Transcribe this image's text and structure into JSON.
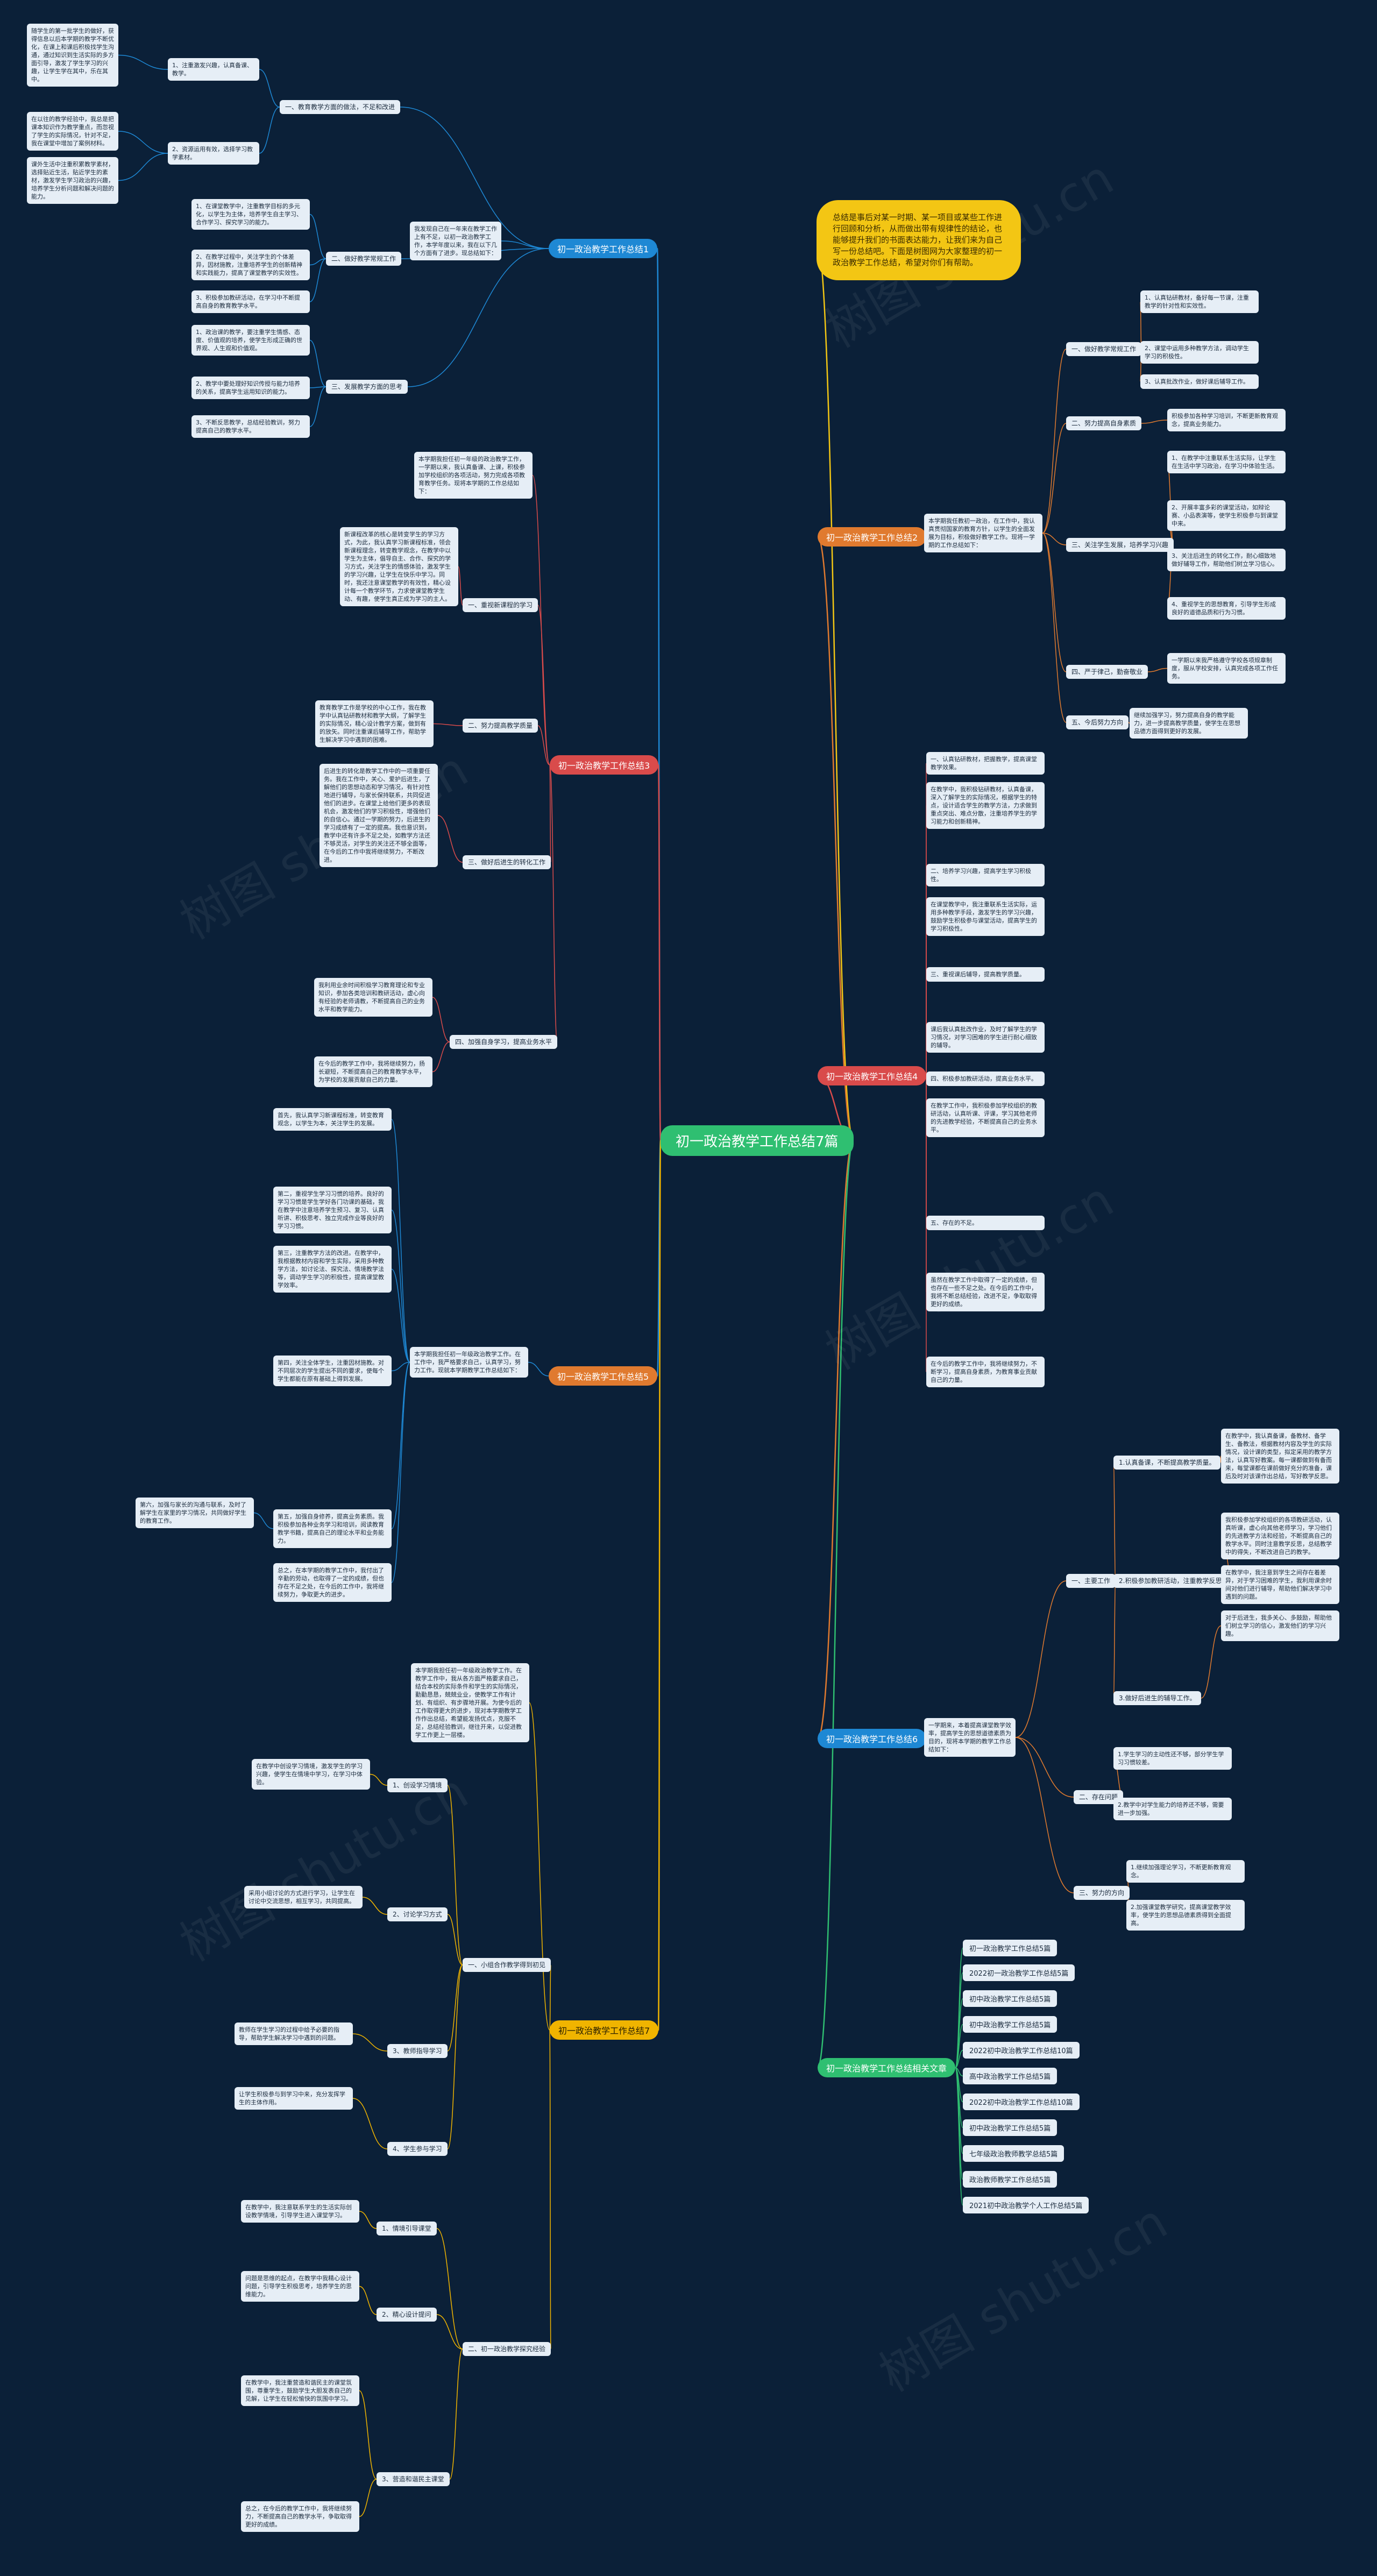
{
  "root": "初一政治教学工作总结7篇",
  "intro": "总结是事后对某一时期、某一项目或某些工作进行回顾和分析，从而做出带有规律性的结论，也能够提升我们的书面表达能力，让我们来为自己写一份总结吧。下面是树图网为大家整理的初一政治教学工作总结，希望对你们有帮助。",
  "watermark": "树图 shutu.cn",
  "colors": {
    "background": "#0b2038",
    "root": "#2fbf71",
    "b1": "#1e88d4",
    "b2": "#e07a2f",
    "b3": "#d94b4b",
    "b4": "#d94b4b",
    "b5": "#1e88d4",
    "b6": "#e07a2f",
    "b7": "#f0b400",
    "related": "#2fbf71"
  },
  "branches": {
    "b1": "初一政治教学工作总结1",
    "b2": "初一政治教学工作总结2",
    "b3": "初一政治教学工作总结3",
    "b4": "初一政治教学工作总结4",
    "b5": "初一政治教学工作总结5",
    "b6": "初一政治教学工作总结6",
    "b7": "初一政治教学工作总结7",
    "related": "初一政治教学工作总结相关文章"
  },
  "b1": {
    "intro": "我发现自己在一年来在教学工作上有不足，以初一政治教学工作，本学年度以来，我在以下几个方面有了进步。现总结如下：",
    "sub1": "一、教育教学方面的做法，不足和改进",
    "sub1_items": [
      "1、注重激发兴趣，认真备课、教学。",
      "2、资源运用有效，选择学习教学素材。"
    ],
    "sub1_notes": [
      "随学生的第一批学生的做好，获得信息以后本学期的教学不断优化，在课上和课后积极找学生沟通，通过知识到生活实际的多方面引导，激发了学生学习的兴趣，让学生学在其中，乐在其中。",
      "在以往的教学经验中，我总是把课本知识作为教学重点，而忽视了学生的实际情况，针对不足，我在课堂中增加了案例材料。",
      "课外生活中注重积累教学素材，选择贴近生活，贴近学生的素材，激发学生学习政治的兴趣，培养学生分析问题和解决问题的能力。"
    ],
    "sub2": "二、做好教学常规工作",
    "sub2_items": [
      "1、在课堂教学中，注重教学目标的多元化，以学生为主体，培养学生自主学习、合作学习、探究学习的能力。",
      "2、在教学过程中，关注学生的个体差异，因材施教，注重培养学生的创新精神和实践能力，提高了课堂教学的实效性。",
      "3、积极参加教研活动，在学习中不断提高自身的教育教学水平。"
    ],
    "sub3": "三、发展教学方面的思考",
    "sub3_items": [
      "1、政治课的教学，要注重学生情感、态度、价值观的培养，使学生形成正确的世界观、人生观和价值观。",
      "2、教学中要处理好知识传授与能力培养的关系，提高学生运用知识的能力。",
      "3、不断反思教学，总结经验教训，努力提高自己的教学水平。"
    ]
  },
  "b2": {
    "intro": "本学期我任教初一政治，在工作中，我认真贯彻国家的教育方针，以学生的全面发展为目标，积极做好教学工作。现将一学期的工作总结如下：",
    "sub1": "一、做好教学常规工作",
    "sub1_items": [
      "1、认真钻研教材，备好每一节课，注重教学的针对性和实效性。",
      "2、课堂中运用多种教学方法，调动学生学习的积极性。",
      "3、认真批改作业，做好课后辅导工作。"
    ],
    "sub2": "二、努力提高自身素质",
    "sub2_text": "积极参加各种学习培训，不断更新教育观念，提高业务能力。",
    "sub3": "三、关注学生发展，培养学习兴趣",
    "sub3_items": [
      "1、在教学中注重联系生活实际，让学生在生活中学习政治，在学习中体验生活。",
      "2、开展丰富多彩的课堂活动，如辩论赛、小品表演等，使学生积极参与到课堂中来。",
      "3、关注后进生的转化工作，耐心细致地做好辅导工作，帮助他们树立学习信心。",
      "4、重视学生的思想教育，引导学生形成良好的道德品质和行为习惯。"
    ],
    "sub4": "四、严于律己，勤奋敬业",
    "sub4_text": "一学期以来我严格遵守学校各项规章制度，服从学校安排，认真完成各项工作任务。",
    "sub5": "五、今后努力方向",
    "sub5_text": "继续加强学习，努力提高自身的教学能力，进一步提高教学质量，使学生在思想品德方面得到更好的发展。"
  },
  "b3": {
    "intro": "本学期我担任初一年级的政治教学工作，一学期以来，我认真备课、上课，积极参加学校组织的各项活动，努力完成各项教育教学任务。现将本学期的工作总结如下：",
    "sub1": "一、重视新课程的学习",
    "sub1_text": "新课程改革的核心是转变学生的学习方式，为此，我认真学习新课程标准，领会新课程理念，转变教学观念，在教学中以学生为主体，倡导自主、合作、探究的学习方式，关注学生的情感体验，激发学生的学习兴趣，让学生在快乐中学习。同时，我还注意课堂教学的有效性，精心设计每一个教学环节，力求使课堂教学生动、有趣，使学生真正成为学习的主人。",
    "sub2": "二、努力提高教学质量",
    "sub2_text": "教育教学工作是学校的中心工作，我在教学中认真钻研教材和教学大纲，了解学生的实际情况，精心设计教学方案，做到有的放矢。同时注重课后辅导工作，帮助学生解决学习中遇到的困难。",
    "sub3": "三、做好后进生的转化工作",
    "sub3_text": "后进生的转化是教学工作中的一项重要任务。我在工作中，关心、爱护后进生，了解他们的思想动态和学习情况，有针对性地进行辅导，与家长保持联系，共同促进他们的进步。在课堂上给他们更多的表现机会，激发他们的学习积极性，增强他们的自信心。通过一学期的努力，后进生的学习成绩有了一定的提高。我也意识到，教学中还有许多不足之处，如教学方法还不够灵活，对学生的关注还不够全面等，在今后的工作中我将继续努力，不断改进。",
    "sub4": "四、加强自身学习，提高业务水平",
    "sub4_text": "我利用业余时间积极学习教育理论和专业知识，参加各类培训和教研活动，虚心向有经验的老师请教，不断提高自己的业务水平和教学能力。",
    "sub4_text2": "在今后的教学工作中，我将继续努力，扬长避短，不断提高自己的教育教学水平，为学校的发展贡献自己的力量。"
  },
  "b4": {
    "items": [
      "一、认真钻研教材，把握教学，提高课堂教学效果。",
      "在教学中，我积极钻研教材，认真备课，深入了解学生的实际情况，根据学生的特点，设计适合学生的教学方法，力求做到重点突出、难点分散，注重培养学生的学习能力和创新精神。",
      "二、培养学习兴趣，提高学生学习积极性。",
      "在课堂教学中，我注重联系生活实际，运用多种教学手段，激发学生的学习兴趣，鼓励学生积极参与课堂活动，提高学生的学习积极性。",
      "三、重视课后辅导，提高教学质量。",
      "课后我认真批改作业，及时了解学生的学习情况，对学习困难的学生进行耐心细致的辅导。",
      "四、积极参加教研活动，提高业务水平。",
      "在教学工作中，我积极参加学校组织的教研活动，认真听课、评课，学习其他老师的先进教学经验，不断提高自己的业务水平。",
      "五、存在的不足。",
      "虽然在教学工作中取得了一定的成绩，但也存在一些不足之处。在今后的工作中，我将不断总结经验，改进不足，争取取得更好的成绩。",
      "在今后的教学工作中，我将继续努力，不断学习，提高自身素质，为教育事业贡献自己的力量。"
    ]
  },
  "b5": {
    "intro": "本学期我担任初一年级政治教学工作。在工作中，我严格要求自己，认真学习，努力工作。现就本学期教学工作总结如下：",
    "items": [
      "首先，我认真学习新课程标准，转变教育观念，以学生为本，关注学生的发展。",
      "第二，重视学生学习习惯的培养。良好的学习习惯是学生学好各门功课的基础，我在教学中注意培养学生预习、复习、认真听讲、积极思考、独立完成作业等良好的学习习惯。",
      "第三，注重教学方法的改进。在教学中，我根据教材内容和学生实际，采用多种教学方法，如讨论法、探究法、情境教学法等，调动学生学习的积极性，提高课堂教学效率。",
      "第四，关注全体学生，注重因材施教。对不同层次的学生提出不同的要求，使每个学生都能在原有基础上得到发展。",
      "第五，加强自身修养，提高业务素质。我积极参加各种业务学习和培训，阅读教育教学书籍，提高自己的理论水平和业务能力。",
      "第六，加强与家长的沟通与联系，及时了解学生在家里的学习情况，共同做好学生的教育工作。",
      "总之，在本学期的教学工作中，我付出了辛勤的劳动，也取得了一定的成绩，但也存在不足之处，在今后的工作中，我将继续努力，争取更大的进步。"
    ]
  },
  "b6": {
    "intro": "一学期来，本着提高课堂教学效率，提高学生的思想道德素质为目的，现将本学期的教学工作总结如下：",
    "sub1": "一、主要工作",
    "sub1_items": [
      "1.认真备课，不断提高教学质量。",
      "2.积极参加教研活动，注重教学反思。",
      "3.做好后进生的辅导工作。"
    ],
    "sub1_notes": [
      "在教学中，我认真备课，备教材、备学生、备教法，根据教材内容及学生的实际情况，设计课的类型，拟定采用的教学方法，认真写好教案。每一课都做到有备而来，每堂课都在课前做好充分的准备，课后及时对该课作出总结，写好教学反思。",
      "我积极参加学校组织的各项教研活动，认真听课，虚心向其他老师学习，学习他们的先进教学方法和经验，不断提高自己的教学水平。同时注意教学反思，总结教学中的得失，不断改进自己的教学。",
      "在教学中，我注意到学生之间存在着差异，对于学习困难的学生，我利用课余时间对他们进行辅导，帮助他们解决学习中遇到的问题。",
      "对于后进生，我多关心、多鼓励，帮助他们树立学习的信心，激发他们的学习兴趣。"
    ],
    "sub2": "二、存在问题",
    "sub2_items": [
      "1.学生学习的主动性还不够，部分学生学习习惯较差。",
      "2.教学中对学生能力的培养还不够，需要进一步加强。"
    ],
    "sub3": "三、努力的方向",
    "sub3_items": [
      "1.继续加强理论学习，不断更新教育观念。",
      "2.加强课堂教学研究，提高课堂教学效率，使学生的思想品德素质得到全面提高。"
    ]
  },
  "b7": {
    "intro": "本学期我担任初一年级政治教学工作。在教学工作中，我从各方面严格要求自己，结合本校的实际条件和学生的实际情况，勤勤恳恳，兢兢业业，使教学工作有计划、有组织、有步骤地开展。为使今后的工作取得更大的进步，现对本学期教学工作作出总结，希望能发扬优点，克服不足，总结经验教训，继往开来，以促进教学工作更上一层楼。",
    "sub1": "一、小组合作教学得到初见",
    "sub1_items": [
      "1、创设学习情境",
      "2、讨论学习方式",
      "3、教师指导学习",
      "4、学生参与学习"
    ],
    "sub1_notes": [
      "在教学中创设学习情境，激发学生的学习兴趣，使学生在情境中学习，在学习中体验。",
      "采用小组讨论的方式进行学习，让学生在讨论中交流思想，相互学习，共同提高。",
      "教师在学生学习的过程中给予必要的指导，帮助学生解决学习中遇到的问题。",
      "让学生积极参与到学习中来，充分发挥学生的主体作用。"
    ],
    "sub2": "二、初一政治教学探究经验",
    "sub2_items": [
      "1、情境引导课堂",
      "2、精心设计提问",
      "3、营造和谐民主课堂"
    ],
    "sub2_notes": [
      "在教学中，我注意联系学生的生活实际创设教学情境，引导学生进入课堂学习。",
      "问题是思维的起点，在教学中我精心设计问题，引导学生积极思考，培养学生的思维能力。",
      "在教学中，我注重营造和谐民主的课堂氛围，尊重学生，鼓励学生大胆发表自己的见解，让学生在轻松愉快的氛围中学习。",
      "总之，在今后的教学工作中，我将继续努力，不断提高自己的教学水平，争取取得更好的成绩。"
    ]
  },
  "related": [
    "初一政治教学工作总结5篇",
    "2022初一政治教学工作总结5篇",
    "初中政治教学工作总结5篇",
    "初中政治教学工作总结5篇",
    "2022初中政治教学工作总结10篇",
    "高中政治教学工作总结5篇",
    "2022初中政治教学工作总结10篇",
    "初中政治教学工作总结5篇",
    "七年级政治教师教学总结5篇",
    "政治教师教学工作总结5篇",
    "2021初中政治教学个人工作总结5篇"
  ]
}
